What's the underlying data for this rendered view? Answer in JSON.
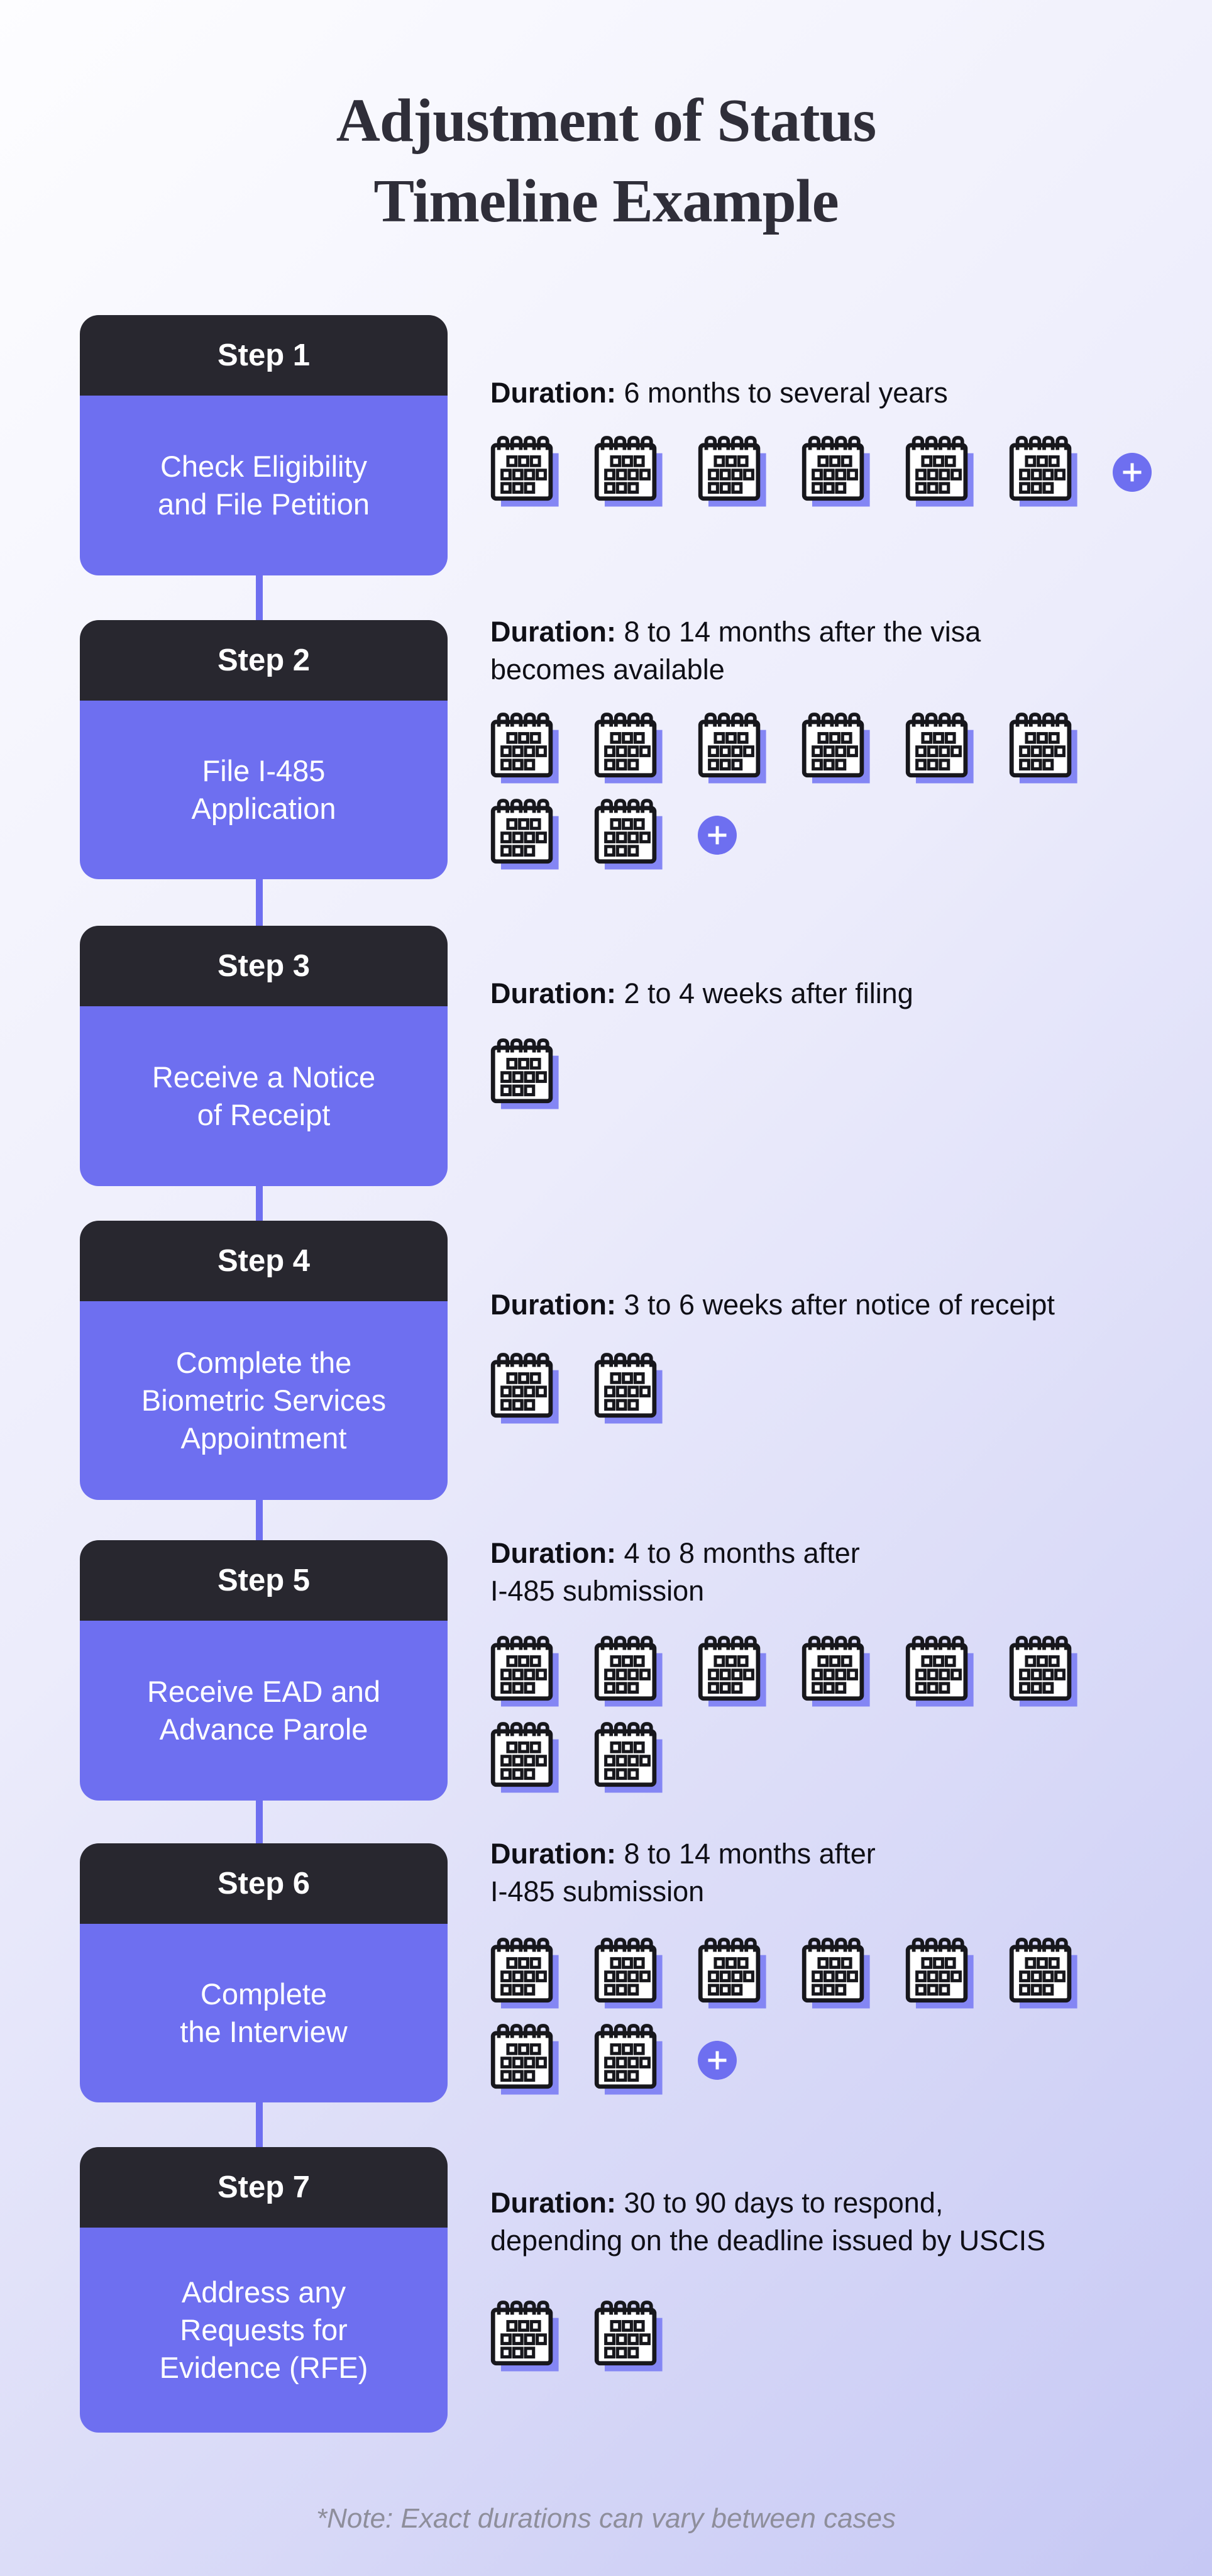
{
  "title": {
    "line1": "Adjustment of Status",
    "line2": "Timeline Example"
  },
  "colors": {
    "background_start": "#fdfdff",
    "background_mid": "#ececfb",
    "background_end": "#c6c8f4",
    "card_header": "#28272f",
    "accent_purple": "#6e6ff0",
    "icon_shadow": "#8486f4",
    "icon_outline": "#17171c",
    "icon_fill": "#ffffff",
    "duration_text": "#0f0f16",
    "title_text": "#2f2e39",
    "note_text": "#8e8e9b",
    "step_text": "#ffffff"
  },
  "steps": [
    {
      "label": "Step 1",
      "title_lines": [
        "Check Eligibility",
        "and File Petition"
      ],
      "duration_prefix": "Duration:",
      "duration_lines": [
        "6 months to several years"
      ],
      "calendars": {
        "rows": [
          6
        ],
        "plus": true
      }
    },
    {
      "label": "Step 2",
      "title_lines": [
        "File I-485",
        "Application"
      ],
      "duration_prefix": "Duration:",
      "duration_lines": [
        "8 to 14 months after the visa",
        "becomes available"
      ],
      "calendars": {
        "rows": [
          6,
          2
        ],
        "plus": true
      }
    },
    {
      "label": "Step 3",
      "title_lines": [
        "Receive a Notice",
        "of Receipt"
      ],
      "duration_prefix": "Duration:",
      "duration_lines": [
        "2 to 4 weeks after filing"
      ],
      "calendars": {
        "rows": [
          1
        ],
        "plus": false
      }
    },
    {
      "label": "Step 4",
      "title_lines": [
        "Complete the",
        "Biometric Services",
        "Appointment"
      ],
      "duration_prefix": "Duration:",
      "duration_lines": [
        "3 to 6 weeks after notice of receipt"
      ],
      "calendars": {
        "rows": [
          2
        ],
        "plus": false
      }
    },
    {
      "label": "Step 5",
      "title_lines": [
        "Receive EAD and",
        "Advance Parole"
      ],
      "duration_prefix": "Duration:",
      "duration_lines": [
        "4 to 8 months after",
        "I-485 submission"
      ],
      "calendars": {
        "rows": [
          6,
          2
        ],
        "plus": false
      }
    },
    {
      "label": "Step 6",
      "title_lines": [
        "Complete",
        "the Interview"
      ],
      "duration_prefix": "Duration:",
      "duration_lines": [
        "8 to 14 months after",
        "I-485 submission"
      ],
      "calendars": {
        "rows": [
          6,
          2
        ],
        "plus": true
      }
    },
    {
      "label": "Step 7",
      "title_lines": [
        "Address any",
        "Requests for",
        "Evidence (RFE)"
      ],
      "duration_prefix": "Duration:",
      "duration_lines": [
        "30 to 90 days to respond,",
        "depending on the deadline issued by USCIS"
      ],
      "calendars": {
        "rows": [
          2
        ],
        "plus": false
      }
    }
  ],
  "note": "*Note: Exact durations can vary between cases"
}
